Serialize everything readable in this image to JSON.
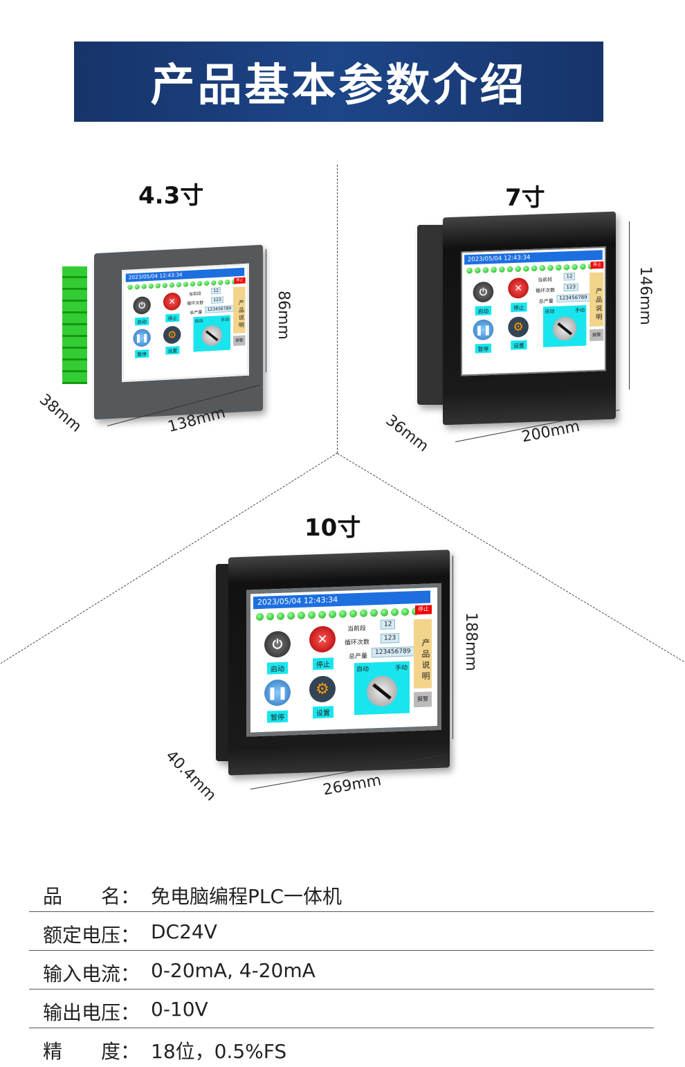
{
  "title": "产品基本参数介绍",
  "models": [
    {
      "label": "4.3寸",
      "width": "138mm",
      "height": "86mm",
      "depth": "38mm"
    },
    {
      "label": "7寸",
      "width": "200mm",
      "height": "146mm",
      "depth": "36mm"
    },
    {
      "label": "10寸",
      "width": "269mm",
      "height": "188mm",
      "depth": "40.4mm"
    }
  ],
  "screen": {
    "datetime": "2023/05/04 12:43:34",
    "alarm": "停止",
    "start": "启动",
    "stop": "停止",
    "pause": "暂停",
    "settings": "设置",
    "current_segment": "当前段",
    "current_segment_value": "12",
    "cycle_count": "循环次数",
    "cycle_count_value": "123",
    "total_output": "总产量",
    "total_output_value": "123456789",
    "auto": "自动",
    "manual": "手动",
    "manual_btn": "产品说明",
    "back": "报警"
  },
  "specs": [
    {
      "key": "品　　名：",
      "value": "免电脑编程PLC一体机"
    },
    {
      "key": "额定电压：",
      "value": "DC24V"
    },
    {
      "key": "输入电流：",
      "value": "0-20mA, 4-20mA"
    },
    {
      "key": "输出电压：",
      "value": "0-10V"
    },
    {
      "key": "精　　度：",
      "value": "18位，0.5%FS"
    }
  ]
}
